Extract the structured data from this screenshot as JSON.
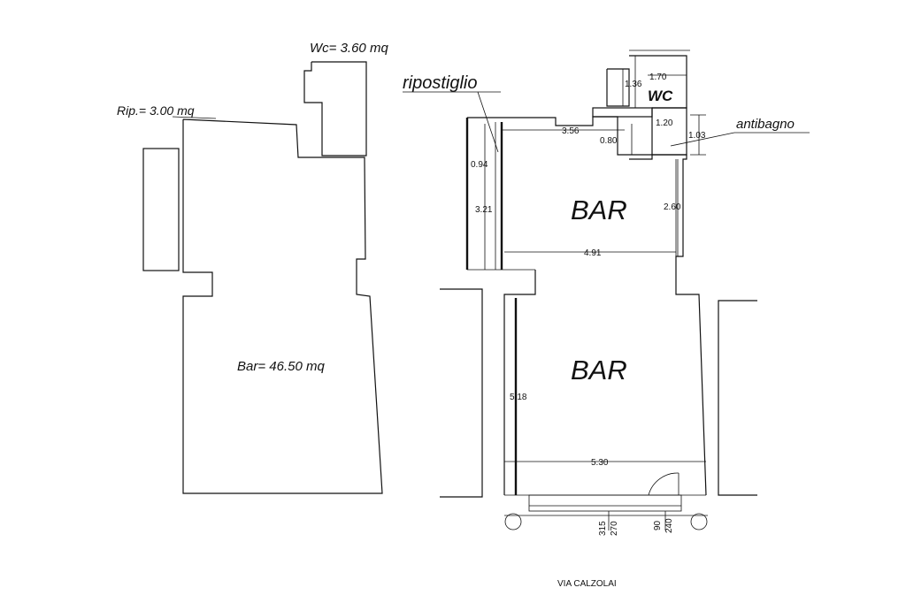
{
  "area_plan": {
    "wc_label": "Wc= 3.60 mq",
    "rip_label": "Rip.= 3.00 mq",
    "bar_label": "Bar= 46.50 mq"
  },
  "floor_plan": {
    "ripostiglio_label": "ripostiglio",
    "wc_label": "WC",
    "antibagno_label": "antibagno",
    "bar_upper_label": "BAR",
    "bar_lower_label": "BAR",
    "street_label": "VIA CALZOLAI",
    "dimensions": {
      "wc_width": "1.70",
      "wc_depth": "1.36",
      "antibagno_width": "1.20",
      "antibagno_depth": "1.03",
      "corridor_width": "0.80",
      "upper_width": "3.56",
      "rip_width": "0.94",
      "rip_depth": "3.21",
      "upper_depth": "2.60",
      "upper_full_width": "4.91",
      "lower_depth": "5.18",
      "lower_width": "5.30",
      "door_a": "315",
      "door_b": "270",
      "door_c": "90",
      "door_d": "240"
    }
  }
}
